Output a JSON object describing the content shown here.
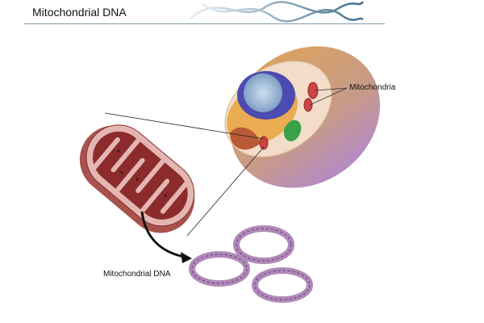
{
  "header": {
    "title": "Mitochondrial DNA"
  },
  "labels": {
    "mitochondria": "Mitochondria",
    "mitochondrial_dna": "Mitochondrial DNA"
  },
  "colors": {
    "rule": "#7e9bab",
    "mitochondrion": "#8b2b2b",
    "dna_ring": "#b088b8",
    "cell_outer": "#d9a262",
    "cell_lower": "#b58ac4"
  }
}
